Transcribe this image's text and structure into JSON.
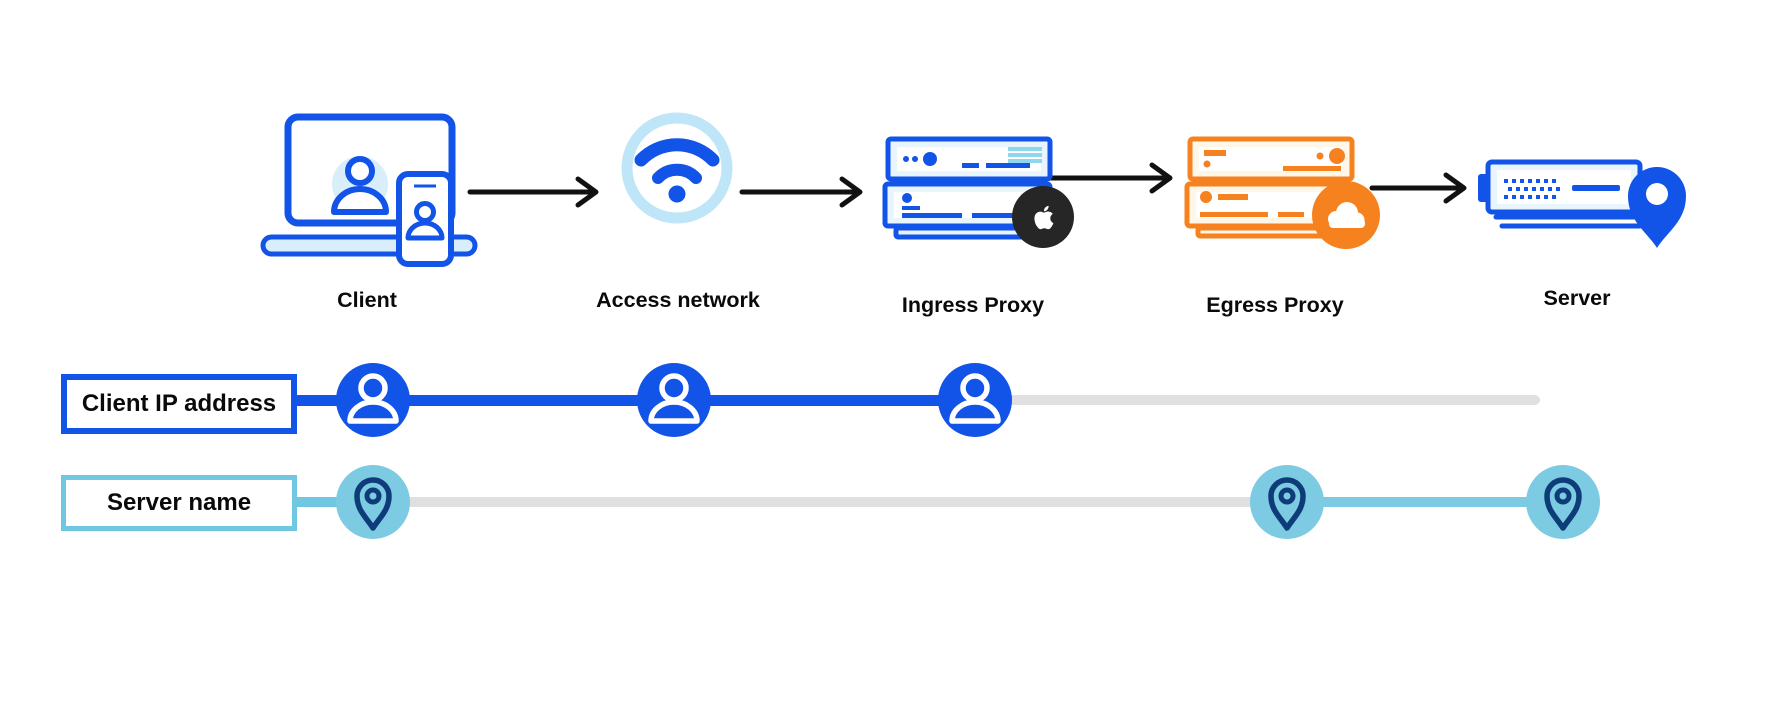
{
  "pipeline": {
    "nodes": [
      {
        "id": "client",
        "label": "Client",
        "icon": "laptop-phone-user-icon"
      },
      {
        "id": "access-network",
        "label": "Access network",
        "icon": "wifi-icon"
      },
      {
        "id": "ingress-proxy",
        "label": "Ingress Proxy",
        "icon": "server-stack-icon",
        "badge": "apple-logo",
        "badge_color": "#262626"
      },
      {
        "id": "egress-proxy",
        "label": "Egress Proxy",
        "icon": "server-stack-icon",
        "badge": "cloudflare-logo",
        "badge_color": "#f6821f"
      },
      {
        "id": "server",
        "label": "Server",
        "icon": "server-location-pin-icon"
      }
    ],
    "connector": "black-arrow"
  },
  "timelines": [
    {
      "id": "client-ip-address",
      "label": "Client IP address",
      "marker_icon": "person-icon",
      "accent_color": "#1253e8",
      "markers_at": [
        "client",
        "access-network",
        "ingress-proxy"
      ],
      "inactive_segment": [
        "ingress-proxy",
        "server"
      ]
    },
    {
      "id": "server-name",
      "label": "Server name",
      "marker_icon": "location-pin-icon",
      "accent_color": "#7ccbe3",
      "markers_at": [
        "client",
        "egress-proxy",
        "server"
      ],
      "inactive_segment": [
        "client",
        "egress-proxy"
      ]
    }
  ],
  "colors": {
    "blue": "#1253e8",
    "light_blue_fill": "#e8f5fd",
    "wifi_ring": "#bfe5f8",
    "teal": "#7ccbe3",
    "teal_border": "#6fc7e1",
    "pin_navy": "#0e3c78",
    "orange": "#f6821f",
    "orange_fill": "#fef7e8",
    "apple_badge_black": "#262626",
    "inactive_gray": "#e0e0e0",
    "arrow_black": "#111111"
  }
}
